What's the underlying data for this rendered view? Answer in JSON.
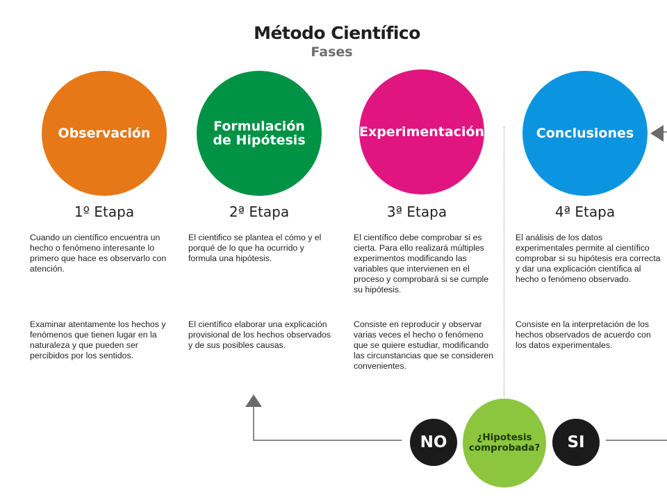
{
  "header": {
    "title": "Método Científico",
    "subtitle": "Fases"
  },
  "colors": {
    "observacion": "#e67817",
    "hipotesis": "#009245",
    "experimentacion": "#e0157f",
    "conclusiones": "#0b95e0",
    "decision": "#8cc63f"
  },
  "stages": [
    {
      "circle_label": "Observación",
      "stage_label": "1º Etapa",
      "desc1": "Cuando un científico encuentra un hecho o fenómeno interesante lo primero que hace es observarlo con atención.",
      "desc2": "Examinar atentamente los hechos y fenómenos que tienen lugar en la naturaleza y que pueden ser percibidos por los sentidos."
    },
    {
      "circle_label_line1": "Formulación",
      "circle_label_line2": "de Hipótesis",
      "stage_label": "2ª Etapa",
      "desc1": "El cientifico se plantea el cómo y el porqué de lo que ha ocurrido y formula una hipótesis.",
      "desc2": "El científico elaborar una explicación provisional de los hechos observados y de sus posibles causas."
    },
    {
      "circle_label": "Experimentación",
      "stage_label": "3ª Etapa",
      "desc1": "El científico debe comprobar si es cierta. Para ello realizará múltiples experimentos modificando las variables que intervienen en el proceso y comprobará si se cumple su hipótesis.",
      "desc2": "Consiste en reproducir y observar varias veces el hecho o fenómeno que se quiere estudiar, modificando las circunstancias que se consideren convenientes."
    },
    {
      "circle_label": "Conclusiones",
      "stage_label": "4ª Etapa",
      "desc1": "El análisis de los datos experimentales permite al científico comprobar si su hipótesis era correcta y dar una explicación científica al hecho o fenómeno observado.",
      "desc2": "Consiste en la interpretación de los hechos observados de acuerdo con los datos experimentales."
    }
  ],
  "decision": {
    "question_line1": "¿Hipotesis",
    "question_line2": "comprobada?",
    "no_label": "NO",
    "yes_label": "SI"
  }
}
